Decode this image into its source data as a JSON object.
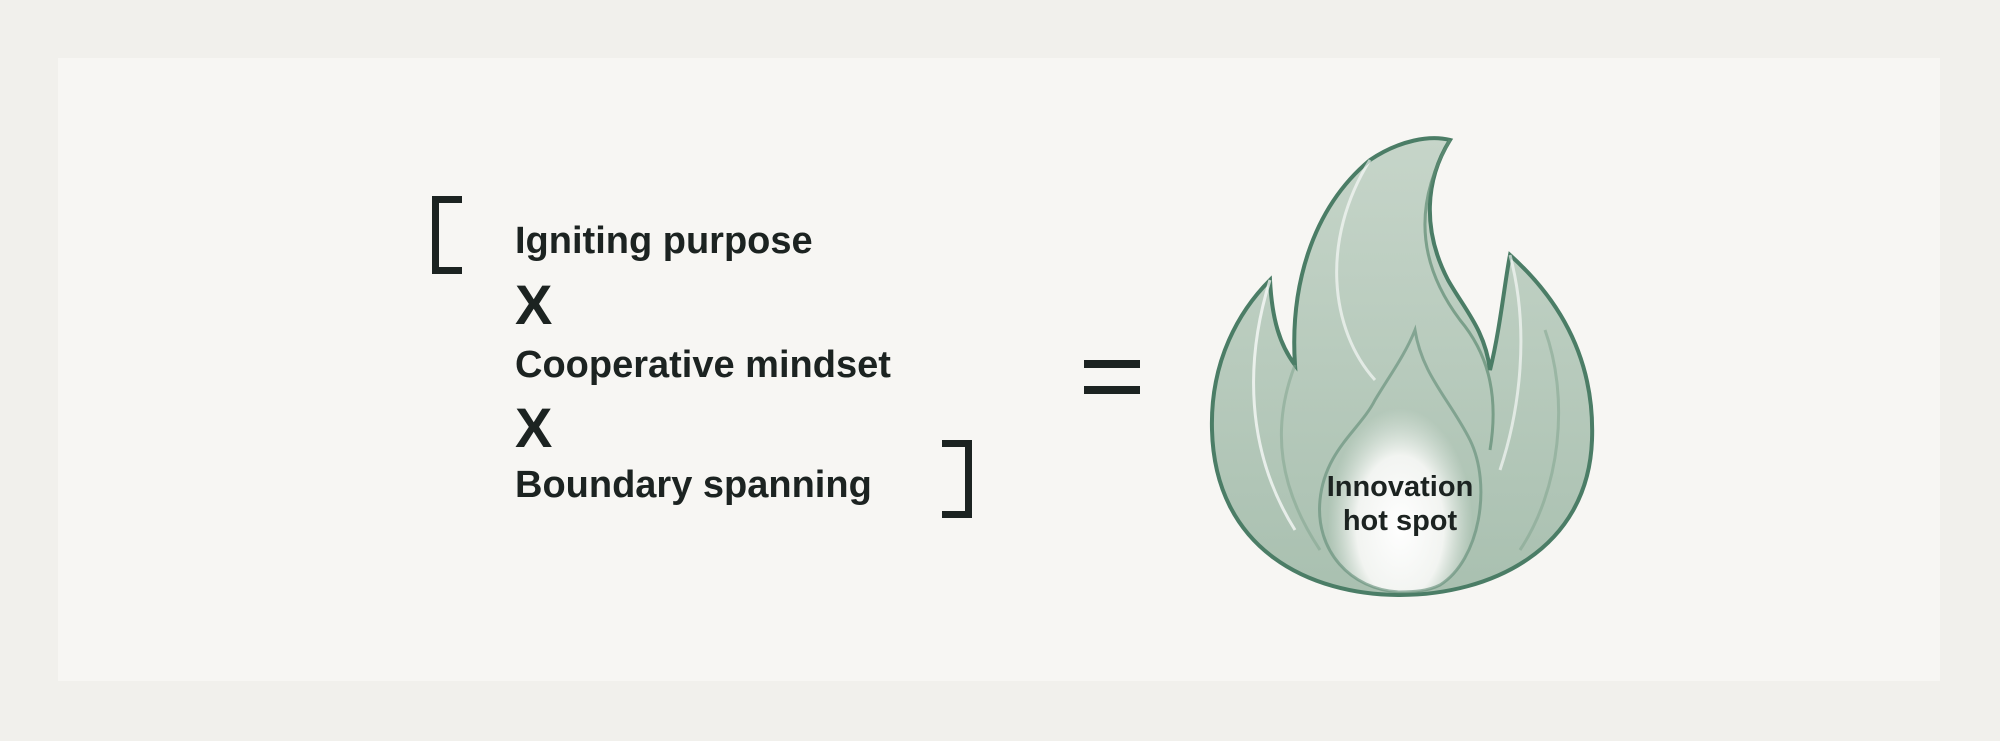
{
  "equation": {
    "terms": [
      "Igniting purpose",
      "Cooperative mindset",
      "Boundary spanning"
    ],
    "operator": "X",
    "result": {
      "line1": "Innovation",
      "line2": "hot spot"
    }
  },
  "colors": {
    "text": "#1c2321",
    "flame_outline": "#4b7d66",
    "flame_fill": "#b9cbbd",
    "background": "#f7f6f3"
  },
  "icons": {
    "result_icon": "flame-icon"
  }
}
